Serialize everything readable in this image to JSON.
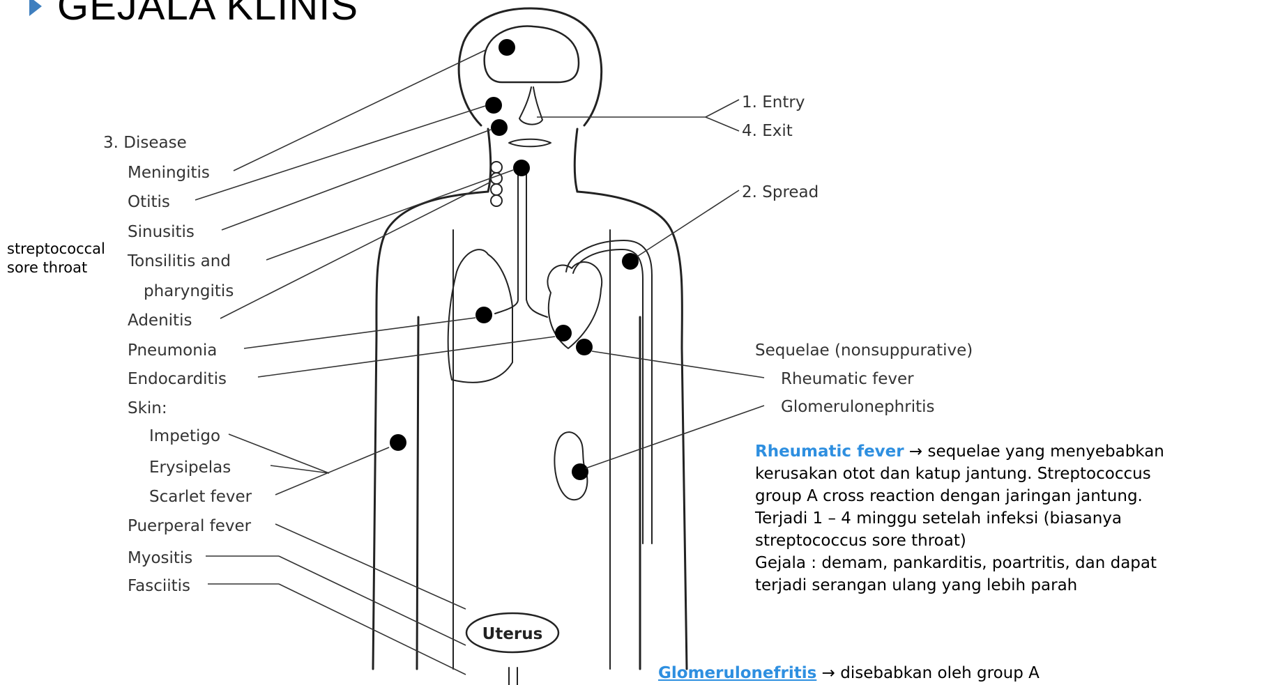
{
  "slide": {
    "title": "GEJALA KLINIS",
    "side_note": [
      "streptococcal",
      "sore throat"
    ]
  },
  "diagram": {
    "stages": {
      "entry": "1. Entry",
      "exit": "4. Exit",
      "spread": "2. Spread",
      "disease": "3. Disease"
    },
    "diseases": [
      "Meningitis",
      "Otitis",
      "Sinusitis",
      "Tonsilitis and",
      "pharyngitis",
      "Adenitis",
      "Pneumonia",
      "Endocarditis",
      "Skin:"
    ],
    "skin": [
      "Impetigo",
      "Erysipelas",
      "Scarlet fever"
    ],
    "other": [
      "Puerperal fever",
      "Myositis",
      "Fasciitis"
    ],
    "sequelae": {
      "heading": "Sequelae (nonsuppurative)",
      "items": [
        "Rheumatic fever",
        "Glomerulonephritis"
      ]
    },
    "uterus": "Uterus"
  },
  "notes": {
    "rheumatic": {
      "term": "Rheumatic fever",
      "arrow": "→",
      "lines": [
        " sequelae yang menyebabkan",
        "kerusakan otot dan katup jantung. Streptococcus",
        "group A cross reaction dengan jaringan jantung.",
        "Terjadi 1 – 4 minggu setelah infeksi (biasanya",
        "streptococcus sore throat)",
        "Gejala : demam, pankarditis, poartritis, dan dapat",
        "terjadi serangan ulang yang lebih parah"
      ]
    },
    "glomerulo": {
      "term": "Glomerulonefritis",
      "arrow": "→",
      "text": " disebabkan oleh group A"
    }
  }
}
